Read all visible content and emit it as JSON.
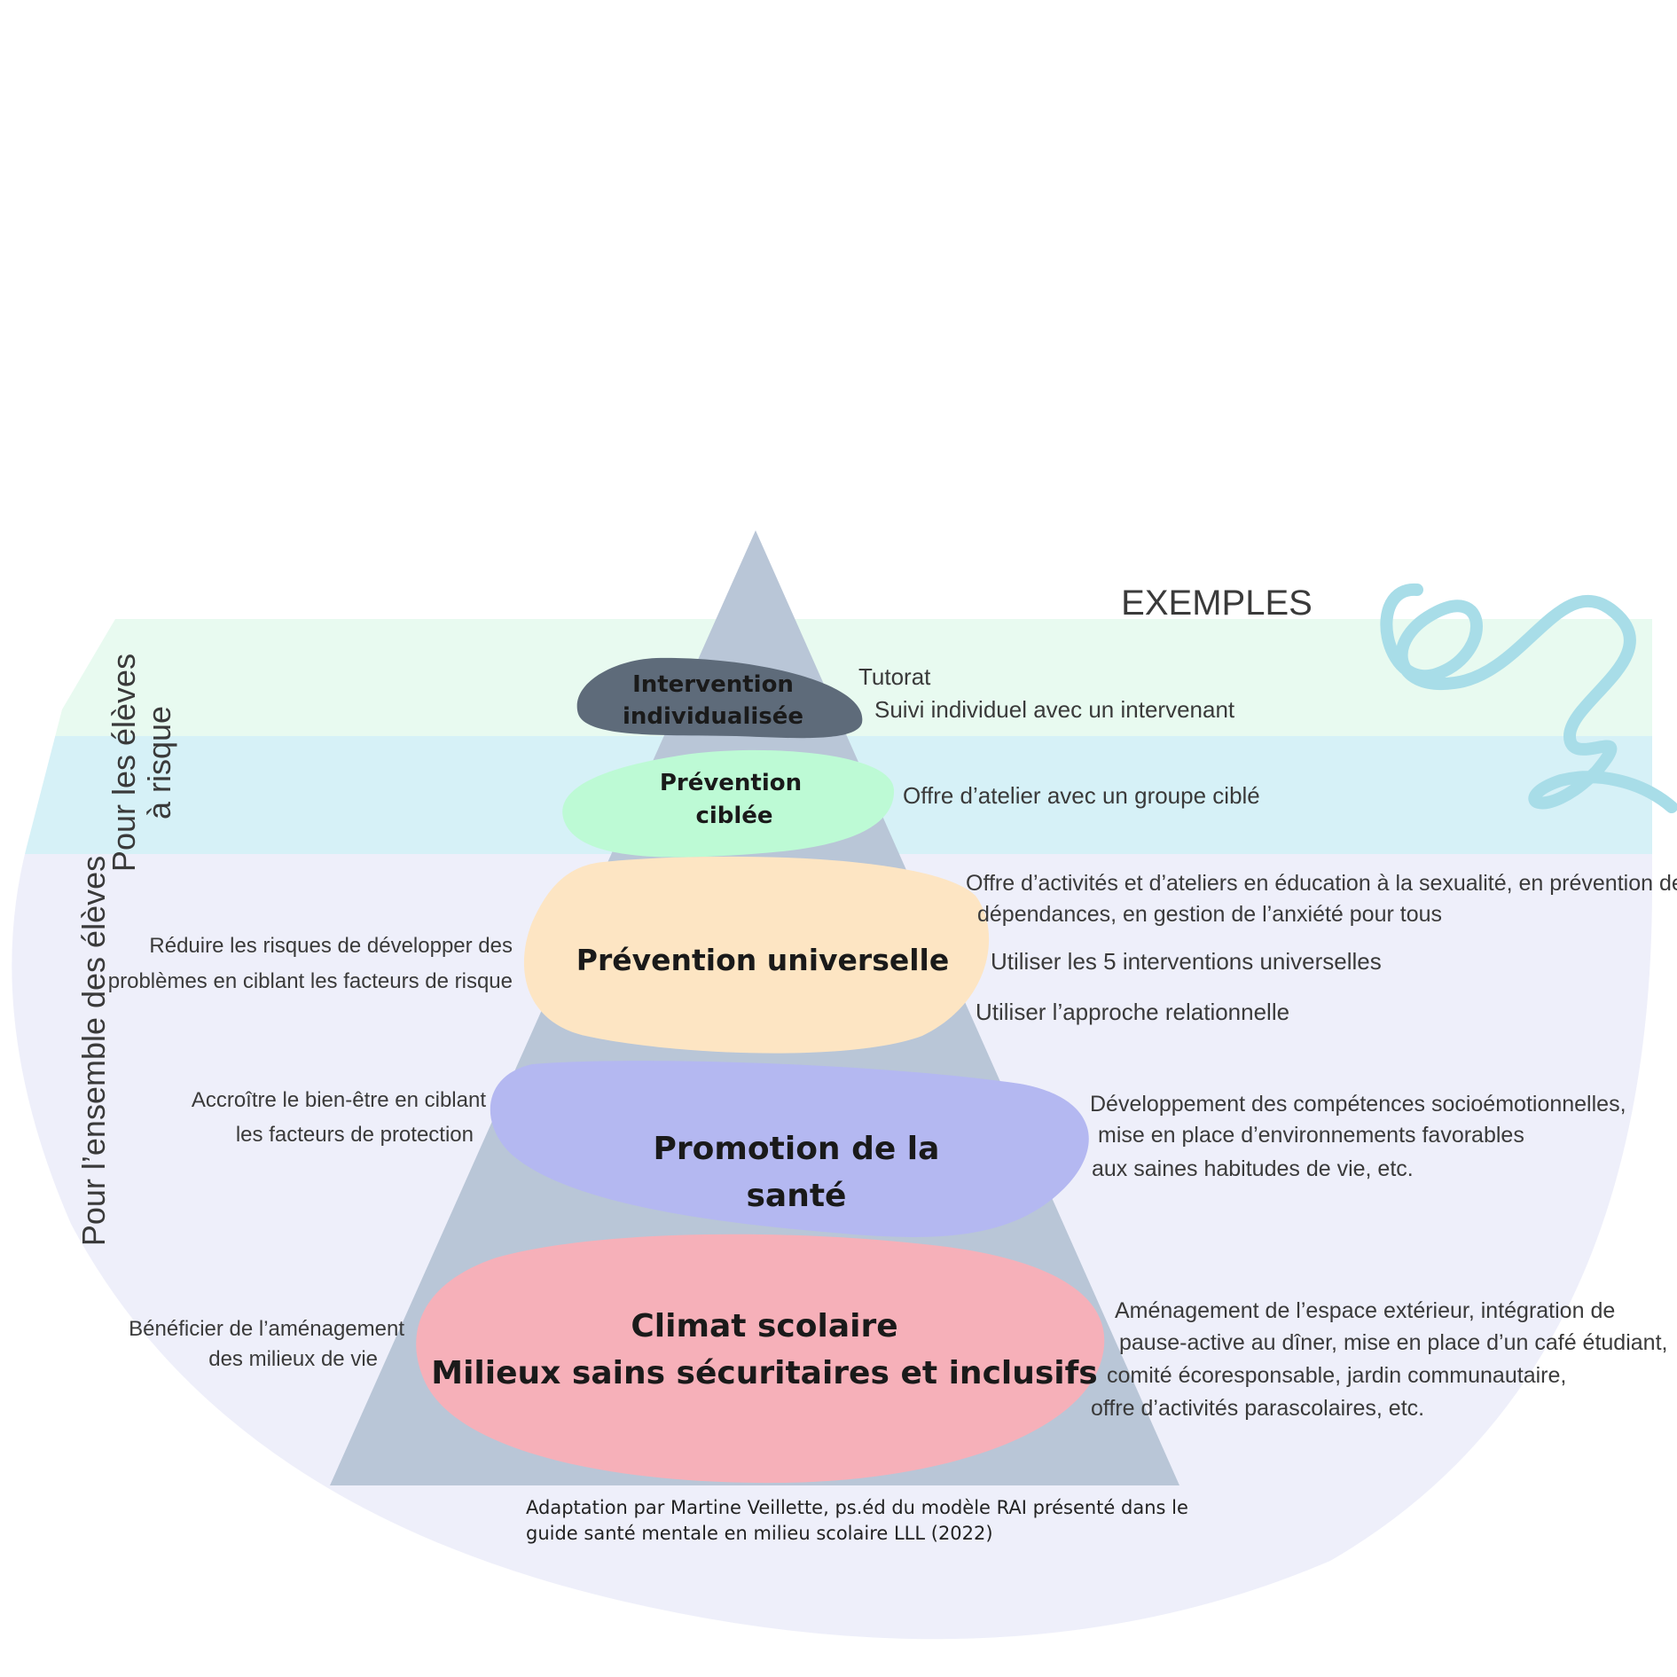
{
  "colors": {
    "band_top": "#e8faf0",
    "band_mid": "#d6f1f7",
    "band_base": "#eeeffa",
    "pyramid": "#b9c6d7",
    "blob_individual": "#5e6b7a",
    "blob_ciblee": "#bdfad5",
    "blob_universelle": "#fde5c3",
    "blob_promotion": "#b4b8f1",
    "blob_climat": "#f6b0b9",
    "scribble": "#a8dde8"
  },
  "side_labels": {
    "risk_line1": "Pour les élèves",
    "risk_line2": "à risque",
    "all": "Pour l’ensemble des élèves"
  },
  "examples_heading": "EXEMPLES",
  "tiers": {
    "individual": {
      "line1": "Intervention",
      "line2": "individualisée"
    },
    "ciblee": {
      "line1": "Prévention",
      "line2": "ciblée"
    },
    "universelle": {
      "label": "Prévention universelle"
    },
    "promotion": {
      "line1": "Promotion de la",
      "line2": "santé"
    },
    "climat": {
      "line1": "Climat scolaire",
      "line2": "Milieux sains sécuritaires et inclusifs"
    }
  },
  "left_notes": {
    "universelle": {
      "line1": "Réduire les risques de développer des",
      "line2": "problèmes en ciblant les facteurs de risque"
    },
    "promotion": {
      "line1": "Accroître le bien-être en ciblant",
      "line2": "les facteurs de protection"
    },
    "climat": {
      "line1": "Bénéficier de l’aménagement",
      "line2": "des milieux de vie"
    }
  },
  "examples": {
    "individual": {
      "line1": "Tutorat",
      "line2": "Suivi individuel avec un intervenant"
    },
    "ciblee": {
      "line1": "Offre d’atelier avec un groupe ciblé"
    },
    "universelle": {
      "line1": "Offre d’activités et d’ateliers en éducation à la sexualité, en prévention des",
      "line2": "dépendances, en gestion de l’anxiété pour tous",
      "line3": "Utiliser les 5 interventions universelles",
      "line4": "Utiliser l’approche relationnelle"
    },
    "promotion": {
      "line1": "Développement des compétences socioémotionnelles,",
      "line2": "mise en place d’environnements favorables",
      "line3": "aux saines habitudes de vie, etc."
    },
    "climat": {
      "line1": "Aménagement de l’espace extérieur, intégration de",
      "line2": "pause-active au dîner, mise en place d’un café étudiant,",
      "line3": "comité écoresponsable, jardin communautaire,",
      "line4": "offre d’activités parascolaires, etc."
    }
  },
  "credit": {
    "line1": "Adaptation par Martine Veillette, ps.éd du modèle RAI présenté dans le",
    "line2": "guide santé mentale en milieu scolaire LLL (2022)"
  }
}
